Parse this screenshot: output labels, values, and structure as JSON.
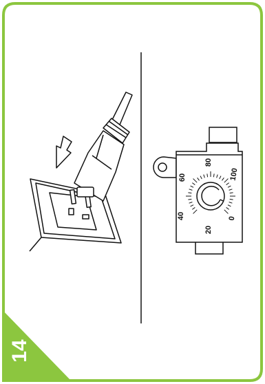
{
  "step": {
    "number": "14"
  },
  "dial": {
    "labels": [
      "0",
      "20",
      "40",
      "60",
      "80",
      "100"
    ]
  },
  "colors": {
    "frame_green": "#8cc63f",
    "line": "#111111",
    "background": "#ffffff"
  },
  "icons": {
    "plug": "power-plug-illustration",
    "outlet": "wall-outlet-illustration",
    "arrow": "down-arrow-icon",
    "dial": "thermostat-dial-illustration"
  }
}
